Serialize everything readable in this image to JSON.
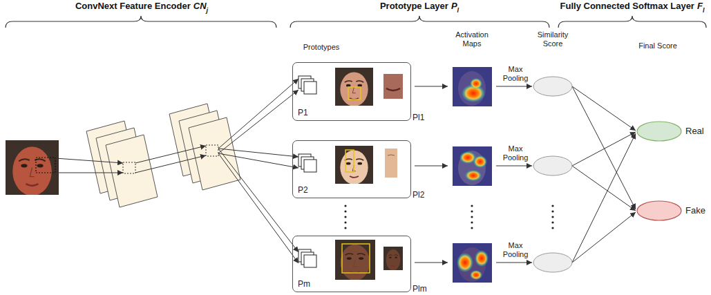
{
  "diagram": {
    "nodes": [
      {
        "text": [
          "P1",
          "Pl1"
        ]
      },
      {
        "text": [
          "P2",
          "Pl2"
        ]
      },
      {
        "text": [
          "Pm",
          "Plm"
        ]
      },
      {
        "text": [
          "Real"
        ]
      },
      {
        "text": [
          "Fake"
        ]
      }
    ],
    "labels": [
      "ConvNext Feature Encoder",
      "CN",
      "j",
      "Prototype Layer",
      "P",
      "l",
      "Fully Connected Softmax Layer",
      "F",
      "l",
      "Prototypes",
      "Activation Maps",
      "Max Pooling",
      "Similarity Score",
      "Final Score",
      "Max Pooling",
      "Max Pooling"
    ]
  }
}
